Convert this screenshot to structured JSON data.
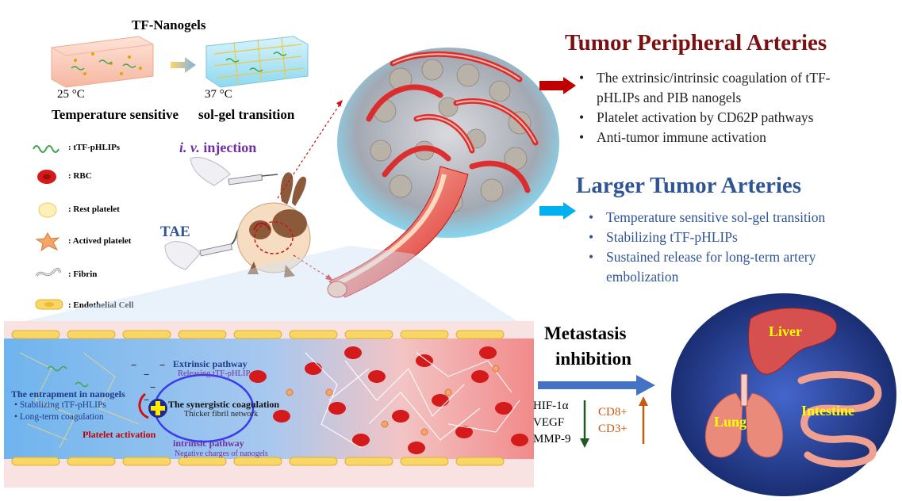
{
  "top": {
    "title": "TF-Nanogels",
    "temp_left": "25 °C",
    "temp_right": "37 °C",
    "label_left": "Temperature sensitive",
    "label_right": "sol-gel transition"
  },
  "legend": [
    {
      "label": ": tTF-pHLIPs",
      "icon": "tTF-pHLIP-icon"
    },
    {
      "label": ": RBC",
      "icon": "rbc-icon"
    },
    {
      "label": ": Rest platelet",
      "icon": "rest-platelet-icon"
    },
    {
      "label": ": Actived platelet",
      "icon": "actived-platelet-icon"
    },
    {
      "label": ": Fibrin",
      "icon": "fibrin-icon"
    },
    {
      "label": ": Endothelial Cell",
      "icon": "endothelial-cell-icon"
    }
  ],
  "injection": {
    "iv_italic": "i. v.",
    "iv_rest": " injection",
    "tae": "TAE"
  },
  "peripheral": {
    "title": "Tumor Peripheral Arteries",
    "items": [
      "The extrinsic/intrinsic coagulation of tTF-pHLIPs and PIB nanogels",
      "Platelet activation by CD62P pathways",
      "Anti-tumor immune activation"
    ]
  },
  "larger": {
    "title": "Larger Tumor Arteries",
    "items": [
      "Temperature sensitive sol-gel transition",
      "Stabilizing tTF-pHLIPs",
      "Sustained release for long-term artery embolization"
    ]
  },
  "vessel": {
    "entrapment": "The entrapment  in nanogels",
    "stab": "• Stabilizing  tTF-pHLIPs",
    "longterm": "• Long-term coagulation",
    "platelet": "Platelet activation",
    "extrinsic": "Extrinsic pathway",
    "releasing": "Releasing tTF-pHLIP",
    "synergistic": "The synergistic coagulation",
    "thicker": "Thicker fibril network",
    "intrinsic": "intrinsic pathway",
    "negative": "Negative charges of nanogels"
  },
  "metastasis": {
    "line1": "Metastasis",
    "line2": "inhibition",
    "down": [
      "HIF-1α",
      "VEGF",
      "MMP-9"
    ],
    "up": [
      "CD8+",
      "CD3+"
    ]
  },
  "organs": {
    "liver": "Liver",
    "lung": "Lung",
    "intestine": "Intestine"
  },
  "colors": {
    "peripheral_title": "#7a1010",
    "larger_title": "#2f5597",
    "arrow_red": "#c00000",
    "arrow_cyan": "#00b0f0",
    "organ_bg": "#1f3a8a",
    "organ_label": "#ffff00",
    "synergy_cross": "#ffeb00",
    "down_arrow": "#1e5b1e",
    "up_arrow": "#c55a11",
    "blue_text": "#1f3a8a",
    "red_text": "#c00000",
    "purple_text": "#7030a0"
  }
}
